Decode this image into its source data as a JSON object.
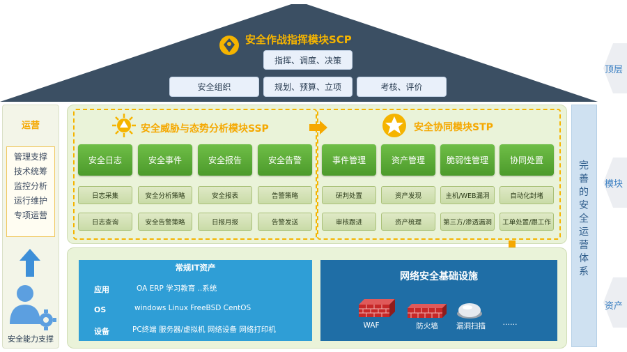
{
  "roof": {
    "title": "安全作战指挥模块SCP",
    "row1": [
      "指挥、调度、决策"
    ],
    "row2": [
      "安全组织",
      "规划、预算、立项",
      "考核、评价"
    ]
  },
  "ops": {
    "title": "运营",
    "items": [
      "管理支撑",
      "技术统筹",
      "监控分析",
      "运行维护",
      "专项运营"
    ],
    "support_label": "安全能力支撑"
  },
  "ssp": {
    "title": "安全威胁与态势分析模块SSP",
    "main": [
      "安全日志",
      "安全事件",
      "安全报告",
      "安全告警"
    ],
    "sub_row1": [
      "日志采集",
      "安全分析策略",
      "安全报表",
      "告警策略"
    ],
    "sub_row2": [
      "日志查询",
      "安全告警策略",
      "日报月报",
      "告警发送"
    ]
  },
  "stp": {
    "title": "安全协同模块STP",
    "main": [
      "事件管理",
      "资产管理",
      "脆弱性管理",
      "协同处置"
    ],
    "sub_row1": [
      "研判处置",
      "资产发现",
      "主机/WEB漏洞",
      "自动化封堵"
    ],
    "sub_row2": [
      "审核跟进",
      "资产梳理",
      "第三方/渗透漏洞",
      "工单处置/跟工作"
    ]
  },
  "it_assets": {
    "title": "常规IT资产",
    "rows": [
      {
        "key": "应用",
        "value": "OA ERP 学习教育 ..系统"
      },
      {
        "key": "OS",
        "value": "windows  Linux FreeBSD  CentOS"
      },
      {
        "key": "设备",
        "value": "PC终端 服务器/虚拟机 网络设备 网络打印机"
      }
    ]
  },
  "network": {
    "title": "网络安全基础设施",
    "items": [
      "WAF",
      "防火墙",
      "漏洞扫描",
      "……"
    ]
  },
  "right_column": {
    "text": [
      "完",
      "善",
      "的",
      "安",
      "全",
      "运",
      "营",
      "体",
      "系"
    ]
  },
  "layers": {
    "top": "顶层",
    "module": "模块",
    "asset": "资产"
  },
  "colors": {
    "roof": "#3b4f63",
    "accent": "#f5b400",
    "green": "#5aa934",
    "it_blue": "#2f9ed6",
    "net_blue": "#1f6ea6"
  }
}
